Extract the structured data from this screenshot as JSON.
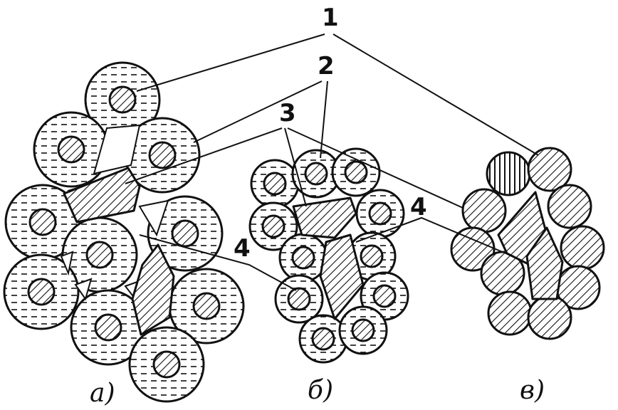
{
  "labels": {
    "callout_1": "1",
    "callout_2": "2",
    "callout_3": "3",
    "callout_4_a": "4",
    "callout_4_b": "4"
  },
  "captions": {
    "a": "а)",
    "b": "б)",
    "c": "в)"
  },
  "colors": {
    "ink": "#111111",
    "paper": "#ffffff"
  }
}
